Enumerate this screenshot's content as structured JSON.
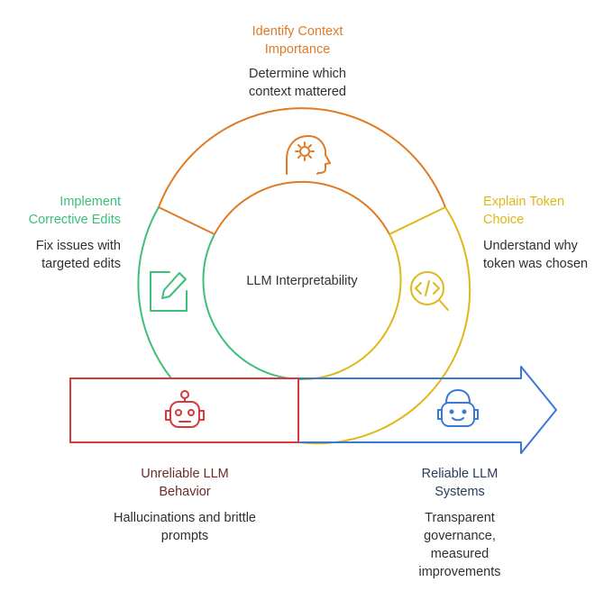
{
  "center": {
    "label": "LLM Interpretability"
  },
  "stages": {
    "identify": {
      "title": "Identify Context Importance",
      "description": "Determine which context mattered",
      "icon": "head-gear-icon",
      "color": "#e07b25"
    },
    "explain": {
      "title": "Explain Token Choice",
      "description": "Understand why token was chosen",
      "icon": "code-search-icon",
      "color": "#e0b71a"
    },
    "implement": {
      "title": "Implement Corrective Edits",
      "description": "Fix issues with targeted edits",
      "icon": "edit-icon",
      "color": "#3dbf7a"
    }
  },
  "start": {
    "title": "Unreliable LLM Behavior",
    "description": "Hallucinations and brittle prompts",
    "icon": "broken-robot-icon",
    "color": "#d63a3a"
  },
  "end": {
    "title": "Reliable LLM Systems",
    "description": "Transparent governance, measured improvements",
    "icon": "happy-robot-icon",
    "color": "#3a78d6"
  }
}
